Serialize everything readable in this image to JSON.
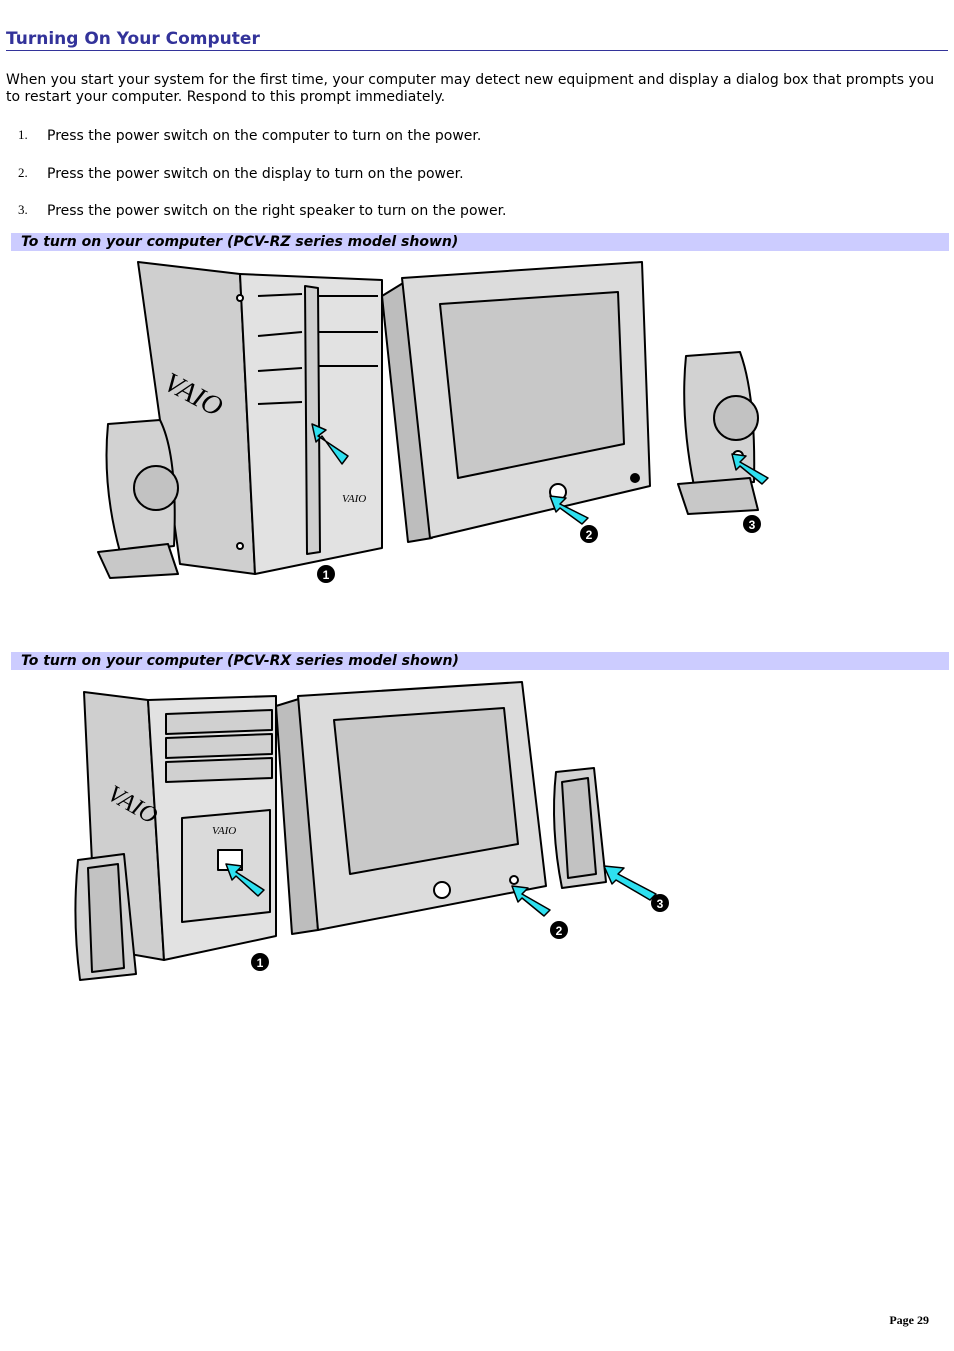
{
  "title": "Turning On Your Computer",
  "intro": "When you start your system for the first time, your computer may detect new equipment and display a dialog box that prompts you to restart your computer. Respond to this prompt immediately.",
  "steps": [
    {
      "num": "1.",
      "text": "Press the power switch on the computer to turn on the power."
    },
    {
      "num": "2.",
      "text": "Press the power switch on the display to turn on the power."
    },
    {
      "num": "3.",
      "text": "Press the power switch on the right speaker to turn on the power."
    }
  ],
  "figures": [
    {
      "caption": "To turn on your computer (PCV-RZ series model shown)",
      "brand": "VAIO",
      "callouts": [
        "1",
        "2",
        "3"
      ]
    },
    {
      "caption": "To turn on your computer (PCV-RX series model shown)",
      "brand": "VAIO",
      "callouts": [
        "1",
        "2",
        "3"
      ]
    }
  ],
  "footer": {
    "page": "Page 29"
  },
  "colors": {
    "title": "#33339a",
    "caption_bg": "#ccccff",
    "device_gray": "#d8d8d8",
    "arrow_cyan": "#2ee0f0"
  }
}
